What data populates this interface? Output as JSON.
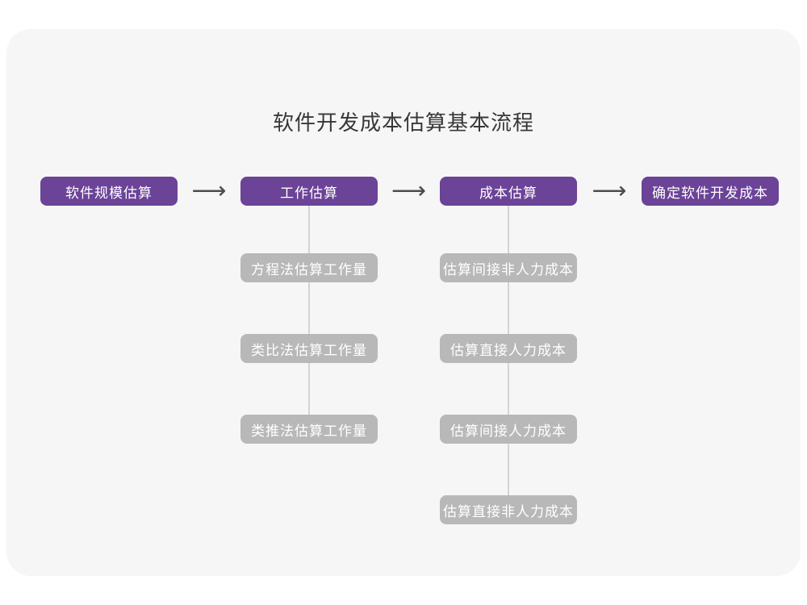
{
  "title": "软件开发成本估算基本流程",
  "arrow_glyph": "⟶",
  "colors": {
    "card_bg": "#f6f6f6",
    "primary": "#6b4397",
    "secondary": "#b8b8b8",
    "arrow": "#4d4d4d",
    "connector": "#d4d4d4",
    "title_text": "#383838",
    "box_text": "#ffffff"
  },
  "main_flow": [
    {
      "label": "软件规模估算"
    },
    {
      "label": "工作估算"
    },
    {
      "label": "成本估算"
    },
    {
      "label": "确定软件开发成本"
    }
  ],
  "sub_flows": {
    "work_estimation": {
      "parent": "工作估算",
      "steps": [
        {
          "label": "方程法估算工作量"
        },
        {
          "label": "类比法估算工作量"
        },
        {
          "label": "类推法估算工作量"
        }
      ]
    },
    "cost_estimation": {
      "parent": "成本估算",
      "steps": [
        {
          "label": "估算间接非人力成本"
        },
        {
          "label": "估算直接人力成本"
        },
        {
          "label": "估算间接人力成本"
        },
        {
          "label": "估算直接非人力成本"
        }
      ]
    }
  }
}
